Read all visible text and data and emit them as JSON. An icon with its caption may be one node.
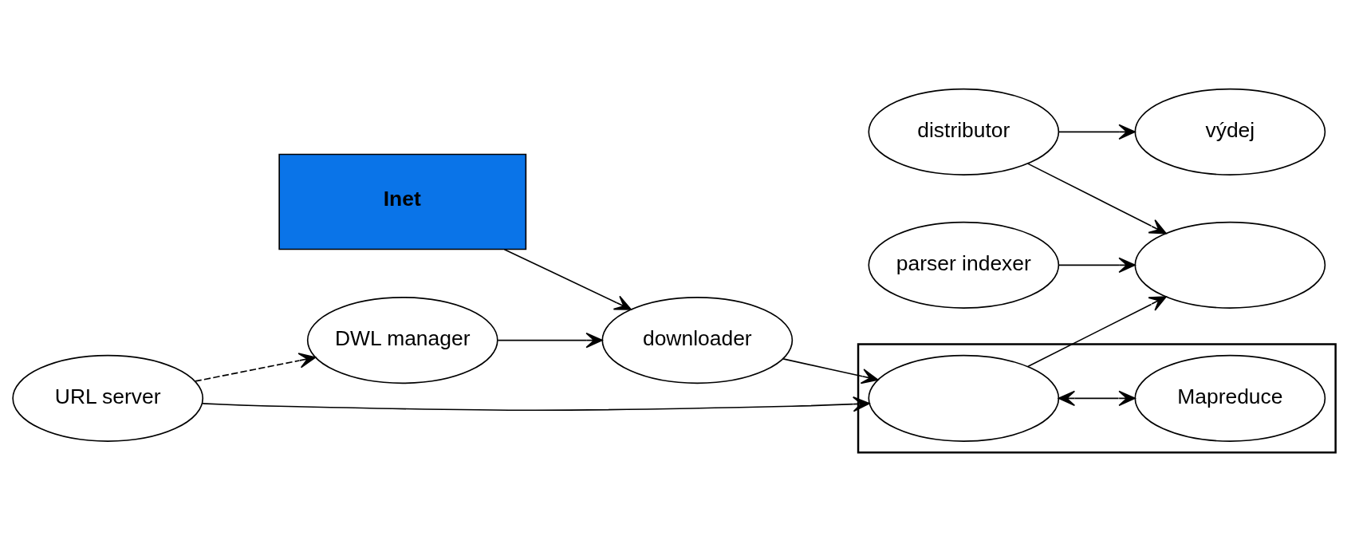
{
  "diagram": {
    "nodes": [
      {
        "text": [
          "parser indexer"
        ]
      },
      {
        "text": [],
        "shape": "ellipse"
      },
      {
        "text": [
          "distributor"
        ]
      },
      {
        "text": [
          "výdej"
        ]
      },
      {
        "text": [
          "Inet"
        ]
      },
      {
        "text": [
          "downloader"
        ]
      },
      {
        "text": [],
        "shape": "box"
      },
      {
        "text": [],
        "shape": "ellipse",
        "in": 6
      },
      {
        "text": [
          "URL server"
        ]
      },
      {
        "text": [
          "Mapreduce"
        ],
        "in": 6
      },
      {
        "text": [
          "DWL manager"
        ]
      }
    ],
    "edges": [
      {
        "from": 0,
        "to": 1,
        "arrow": "to"
      },
      {
        "from": 2,
        "to": 1,
        "arrow": "to"
      },
      {
        "from": 2,
        "to": 3,
        "arrow": "to"
      },
      {
        "from": 4,
        "to": 5,
        "arrow": "to"
      },
      {
        "from": 5,
        "to": 7,
        "arrow": "to"
      },
      {
        "from": 7,
        "to": 1,
        "arrow": "to"
      },
      {
        "from": 8,
        "to": 7,
        "arrow": "to"
      },
      {
        "from": 7,
        "to": 9,
        "arrow": "both"
      },
      {
        "from": 10,
        "to": 5,
        "arrow": "to"
      },
      {
        "from": 8,
        "to": 10,
        "arrow": "to",
        "style": "dashed"
      }
    ]
  }
}
